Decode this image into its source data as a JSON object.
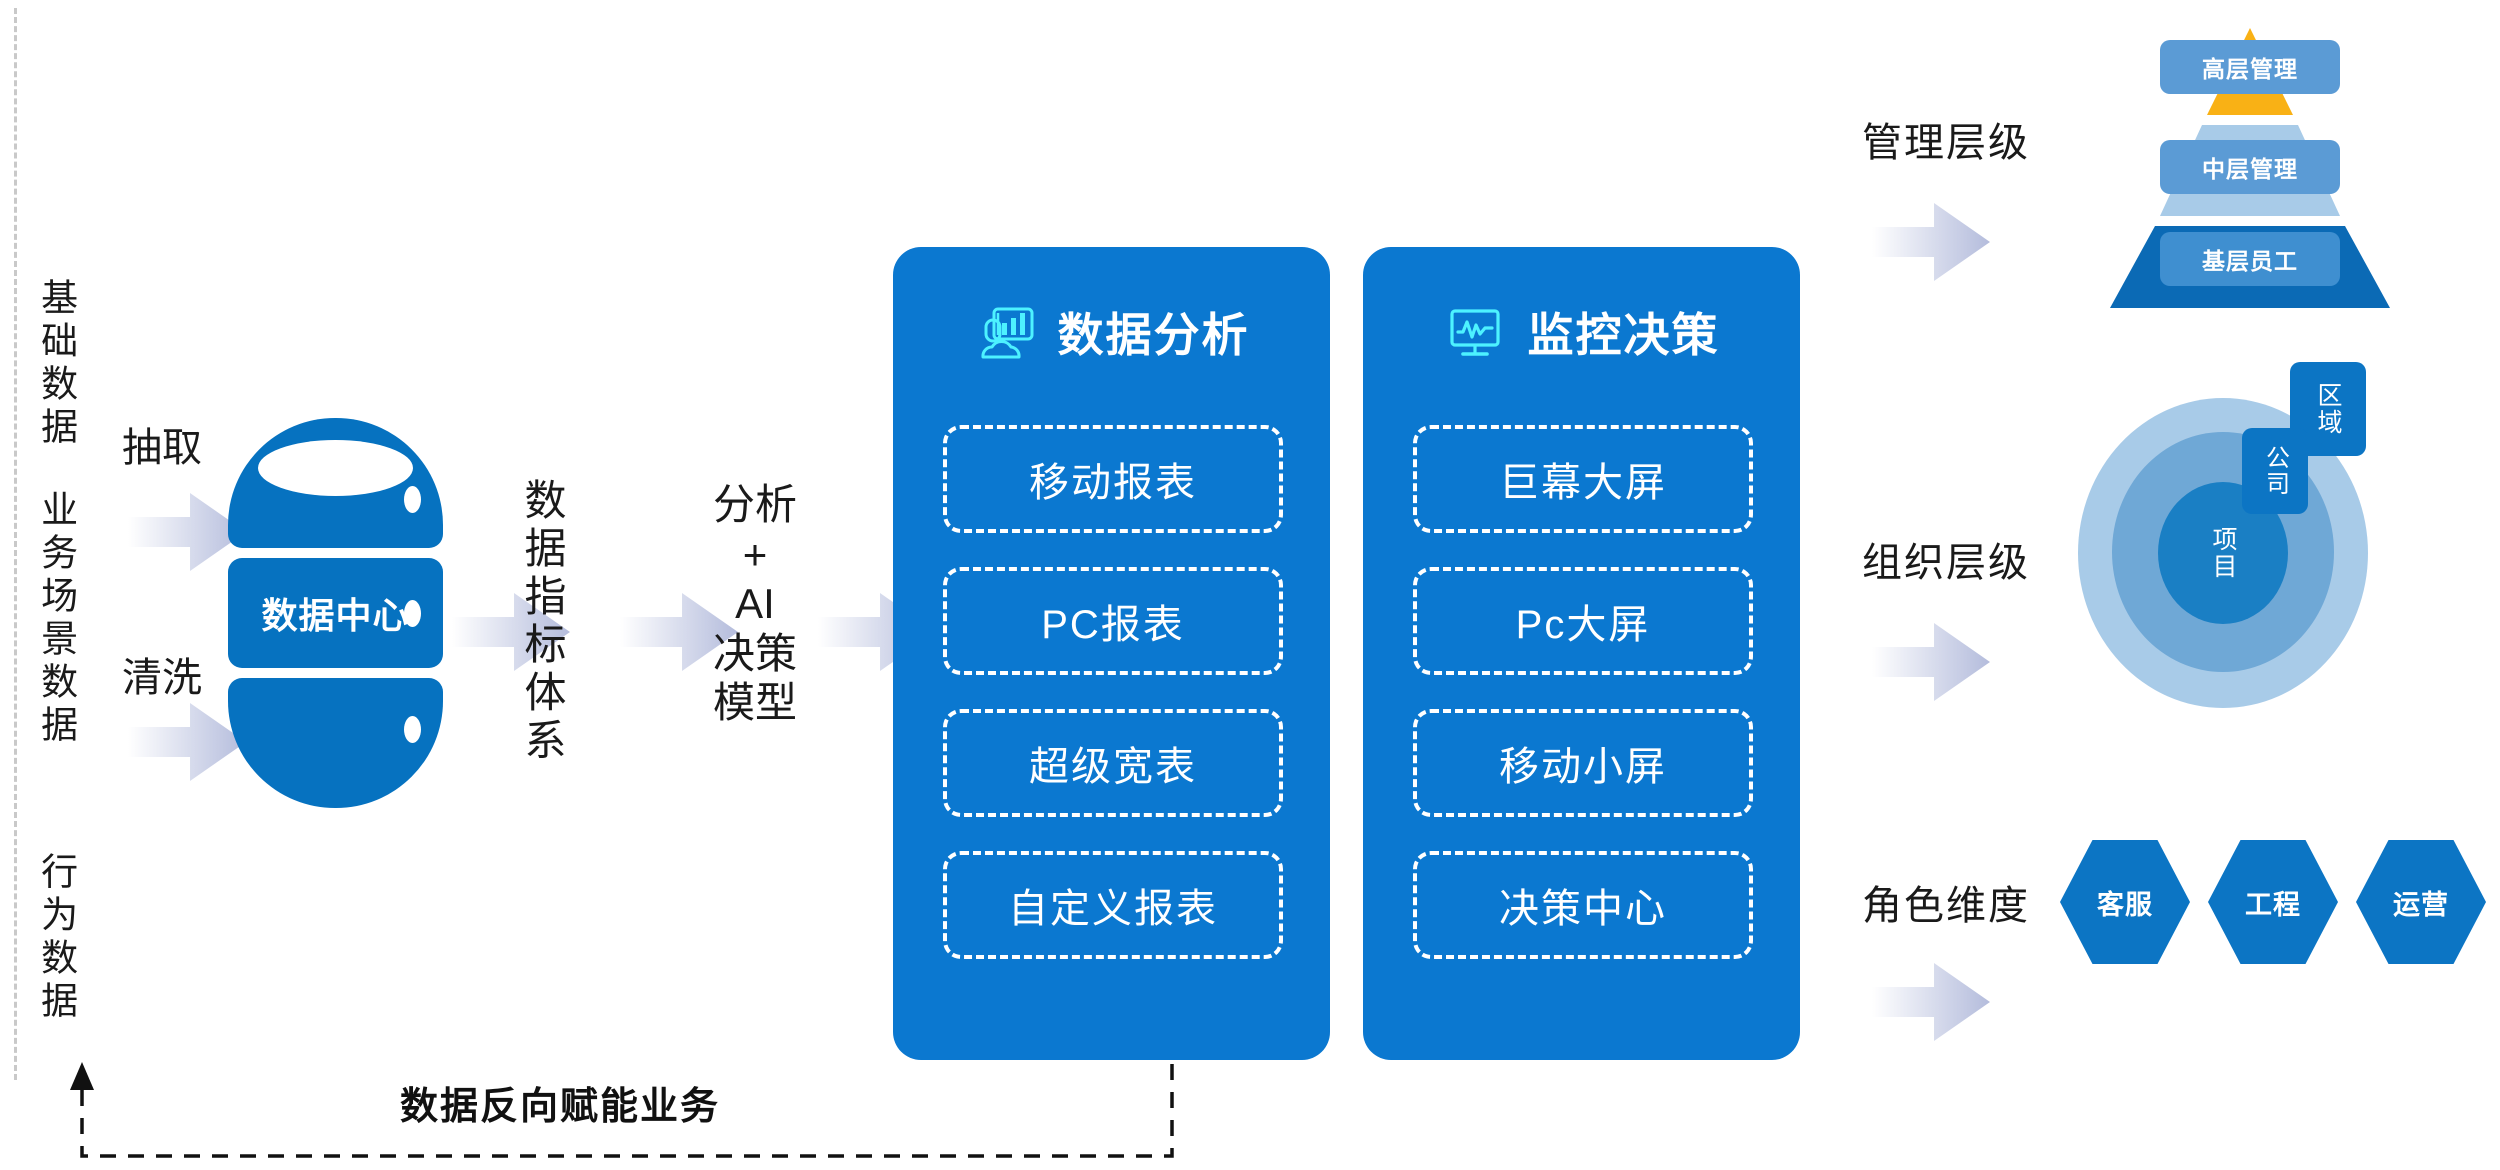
{
  "sources": {
    "items": [
      {
        "label": "基础数据",
        "name": "source-label-foundation"
      },
      {
        "label": "业务场景数据",
        "name": "source-label-business-scenario"
      },
      {
        "label": "行为数据",
        "name": "source-label-behavior"
      }
    ]
  },
  "ingest": {
    "extract_label": "抽取",
    "clean_label": "清洗"
  },
  "datacenter": {
    "label": "数据中心"
  },
  "metrics": {
    "label": "数据指标体系"
  },
  "model": {
    "label": "分析\n+\nAI\n决策\n模型",
    "lines": [
      "分析",
      "+",
      "AI",
      "决策",
      "模型"
    ]
  },
  "panels": [
    {
      "title": "数据分析",
      "icon": "dashboard-chart-cloud-icon",
      "items": [
        "移动报表",
        "PC报表",
        "超级宽表",
        "自定义报表"
      ]
    },
    {
      "title": "监控决策",
      "icon": "monitor-waveform-icon",
      "items": [
        "巨幕大屏",
        "Pc大屏",
        "移动小屏",
        "决策中心"
      ]
    }
  ],
  "outcomes": [
    {
      "label": "管理层级",
      "type": "pyramid",
      "levels": [
        "高层管理",
        "中层管理",
        "基层员工"
      ]
    },
    {
      "label": "组织层级",
      "type": "concentric",
      "rings": [
        "区域",
        "公司",
        "项目"
      ]
    },
    {
      "label": "角色维度",
      "type": "hexagons",
      "roles": [
        "客服",
        "工程",
        "运营"
      ]
    }
  ],
  "feedback": {
    "caption": "数据反向赋能业务"
  },
  "colors": {
    "panel_blue": "#0b78d0",
    "cylinder_blue": "#0672c0",
    "icon_cyan": "#4df2ff",
    "pyramid_top": "#f9b115",
    "pyramid_mid": "#a8cbe8",
    "pyramid_base": "#0b6ab5",
    "badge_blue": "#5b9bd5",
    "ring_outer": "#a8cbe8",
    "ring_mid": "#6fa8d6",
    "ring_inner": "#1a7fc4",
    "arrow_tint": "#b4bcdc",
    "rail_dash": "#c9c9c9"
  }
}
